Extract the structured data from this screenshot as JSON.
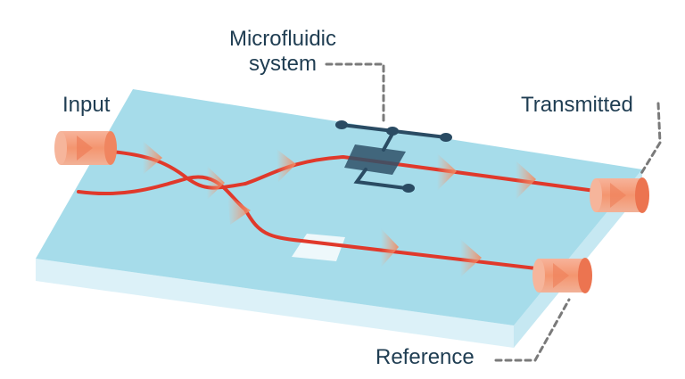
{
  "labels": {
    "microfluidic_line1": "Microfluidic",
    "microfluidic_line2": "system",
    "input": "Input",
    "transmitted": "Transmitted",
    "reference": "Reference"
  },
  "colors": {
    "chip_top": "#a5dbe9",
    "chip_front": "#d9f0f7",
    "chip_side": "#c4e6f1",
    "waveguide": "#e03a2c",
    "fiber": "#f4a07e",
    "microfluidic": "#2a4b63",
    "leader_line": "#7a7a7a",
    "text": "#1f3d52"
  }
}
